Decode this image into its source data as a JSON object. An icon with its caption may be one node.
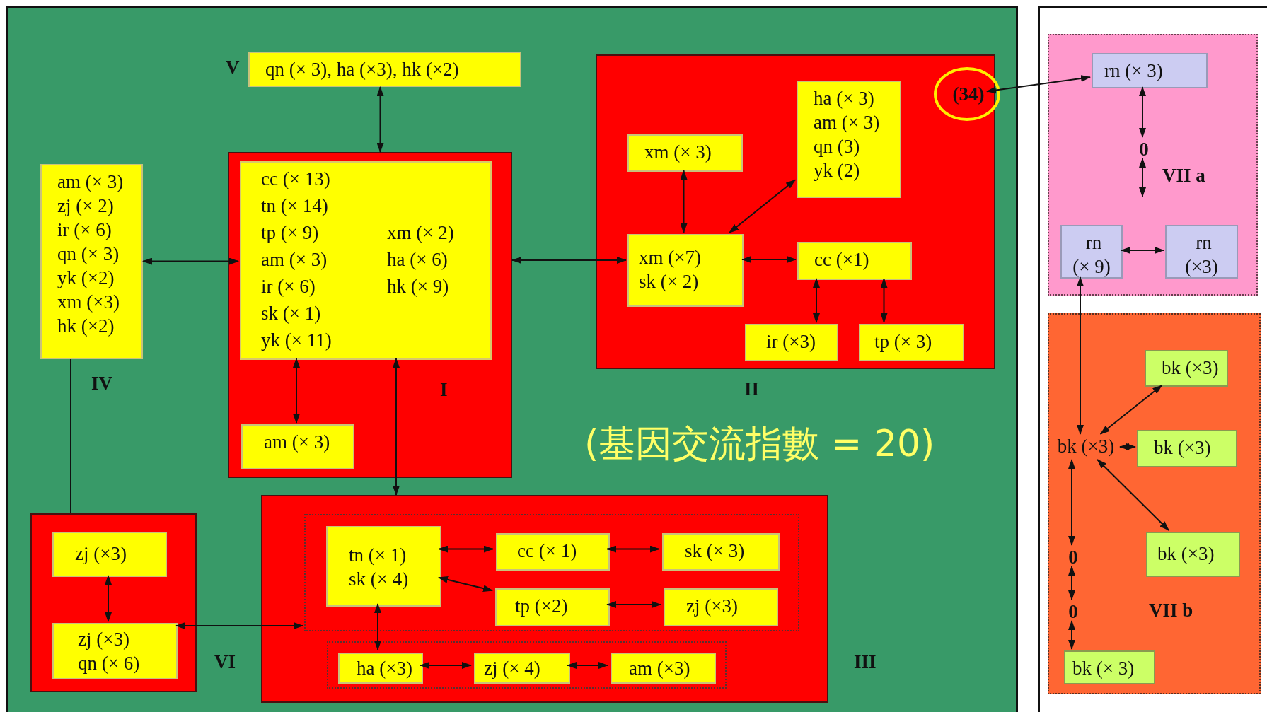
{
  "diagram": {
    "nodes": [
      {
        "text": [
          "qn (× 3), ha (×3), hk (×2)"
        ],
        "beside": [
          "V"
        ]
      },
      {
        "text": [
          "am (× 3)",
          "zj (× 2)",
          "ir (× 6)",
          "qn (× 3)",
          "yk (×2)",
          "xm (×3)",
          "hk (×2)"
        ],
        "beside": [
          "IV"
        ]
      },
      {
        "text": [
          "I"
        ]
      },
      {
        "text": [
          "cc (× 13)",
          "tn (× 14)",
          "tp (× 9)",
          "xm (× 2)",
          "am (× 3)",
          "ha (× 6)",
          "ir (× 6)",
          "hk (× 9)",
          "sk (× 1)",
          "yk (× 11)"
        ],
        "in": 2
      },
      {
        "text": [
          "am (× 3)"
        ],
        "in": 2
      },
      {
        "text": [
          "II"
        ]
      },
      {
        "text": [
          "xm (× 3)"
        ],
        "in": 5
      },
      {
        "text": [
          "ha (× 3)",
          "am (× 3)",
          "qn (3)",
          "yk (2)"
        ],
        "in": 5
      },
      {
        "text": [
          "xm (×7)",
          "sk (× 2)"
        ],
        "in": 5
      },
      {
        "text": [
          "cc (×1)"
        ],
        "in": 5
      },
      {
        "text": [
          "ir (×3)"
        ],
        "in": 5
      },
      {
        "text": [
          "tp (× 3)"
        ],
        "in": 5
      },
      {
        "text": [
          "(34)"
        ],
        "in": 5
      },
      {
        "text": [
          "III"
        ]
      },
      {
        "text": [],
        "shape": "box",
        "in": 13
      },
      {
        "text": [
          "tn (× 1)",
          "sk (× 4)"
        ],
        "in": 14
      },
      {
        "text": [
          "cc (× 1)"
        ],
        "in": 14
      },
      {
        "text": [
          "sk (× 3)"
        ],
        "in": 14
      },
      {
        "text": [
          "tp (×2)"
        ],
        "in": 14
      },
      {
        "text": [
          "zj (×3)"
        ],
        "in": 14
      },
      {
        "text": [],
        "shape": "box",
        "in": 13
      },
      {
        "text": [
          "ha (×3)"
        ],
        "in": 20
      },
      {
        "text": [
          "zj (× 4)"
        ],
        "in": 20
      },
      {
        "text": [
          "am (×3)"
        ],
        "in": 20
      },
      {
        "text": [
          "VI"
        ]
      },
      {
        "text": [
          "zj (×3)"
        ],
        "in": 24
      },
      {
        "text": [
          "zj (×3)",
          "qn (× 6)"
        ],
        "in": 24
      },
      {
        "text": [
          "VII a"
        ]
      },
      {
        "text": [
          "rn (× 3)"
        ],
        "in": 27
      },
      {
        "text": [
          "0"
        ],
        "in": 27
      },
      {
        "text": [
          "rn (× 9)"
        ],
        "in": 27
      },
      {
        "text": [
          "rn (×3)"
        ],
        "in": 27
      },
      {
        "text": [
          "VII b"
        ]
      },
      {
        "text": [
          "bk (×3)"
        ],
        "in": 32
      },
      {
        "text": [
          "bk (×3)"
        ],
        "in": 32
      },
      {
        "text": [
          "bk (×3)"
        ],
        "in": 32
      },
      {
        "text": [
          "bk (×3)"
        ],
        "in": 32
      },
      {
        "text": [
          "0"
        ],
        "in": 32
      },
      {
        "text": [
          "0"
        ],
        "in": 32
      },
      {
        "text": [
          "bk (× 3)"
        ],
        "in": 32
      }
    ],
    "edges": [
      {
        "from": 0,
        "to": 2,
        "arrow": "both"
      },
      {
        "from": 1,
        "to": 3,
        "arrow": "both"
      },
      {
        "from": 3,
        "to": 4,
        "arrow": "both"
      },
      {
        "from": 3,
        "to": 13,
        "arrow": "both"
      },
      {
        "from": 2,
        "to": 8,
        "arrow": "both"
      },
      {
        "from": 6,
        "to": 8,
        "arrow": "both"
      },
      {
        "from": 8,
        "to": 7,
        "arrow": "both"
      },
      {
        "from": 8,
        "to": 9,
        "arrow": "both"
      },
      {
        "from": 9,
        "to": 10,
        "arrow": "both"
      },
      {
        "from": 9,
        "to": 11,
        "arrow": "both"
      },
      {
        "from": 12,
        "to": 28,
        "arrow": "both"
      },
      {
        "from": 28,
        "to": 29,
        "arrow": "both"
      },
      {
        "from": 29,
        "to": null,
        "arrow": "both"
      },
      {
        "from": 30,
        "to": 31,
        "arrow": "both"
      },
      {
        "from": 30,
        "to": 36,
        "arrow": "both"
      },
      {
        "from": 36,
        "to": 33,
        "arrow": "both"
      },
      {
        "from": 36,
        "to": 34,
        "arrow": "both"
      },
      {
        "from": 36,
        "to": 35,
        "arrow": "both"
      },
      {
        "from": 36,
        "to": 37,
        "arrow": "both"
      },
      {
        "from": 37,
        "to": 38,
        "arrow": "both"
      },
      {
        "from": 38,
        "to": 39,
        "arrow": "both"
      },
      {
        "from": 25,
        "to": 26,
        "arrow": "both"
      },
      {
        "from": 26,
        "to": 14,
        "arrow": "both"
      },
      {
        "from": 15,
        "to": 16,
        "arrow": "both"
      },
      {
        "from": 16,
        "to": 17,
        "arrow": "both"
      },
      {
        "from": 15,
        "to": 18,
        "arrow": "both"
      },
      {
        "from": 18,
        "to": 19,
        "arrow": "both"
      },
      {
        "from": 15,
        "to": 21,
        "arrow": "both"
      },
      {
        "from": 21,
        "to": 22,
        "arrow": "both"
      },
      {
        "from": 22,
        "to": 23,
        "arrow": "both"
      },
      {
        "from": 1,
        "to": 24,
        "arrow": "none"
      }
    ],
    "labels": [
      "(基因交流指數 = 20)"
    ]
  }
}
